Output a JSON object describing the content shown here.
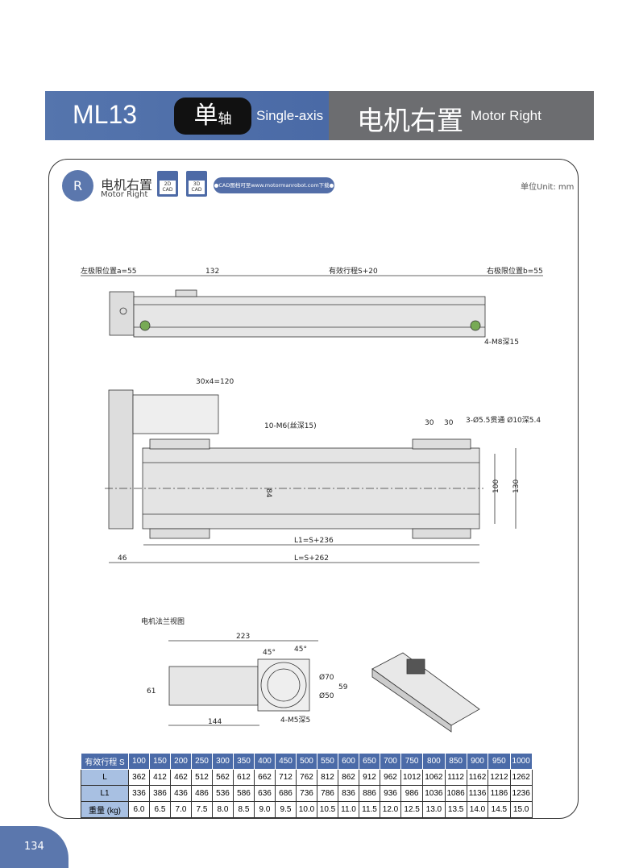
{
  "header": {
    "model": "ML13",
    "axis_cn": "单",
    "axis_cn_small": "轴",
    "axis_en": "Single-axis",
    "title_cn": "电机右置",
    "title_en": "Motor Right"
  },
  "section": {
    "badge": "R",
    "title_cn": "电机右置",
    "title_en": "Motor Right",
    "cad2d": "2D CAD",
    "cad3d": "3D CAD",
    "cad_link": "●CAD图档可至www.motormanrobot.com下载●",
    "unit": "单位Unit: mm"
  },
  "drawing": {
    "left_limit": "左极限位置a=55",
    "d132": "132",
    "stroke": "有效行程S+20",
    "right_limit": "右极限位置b=55",
    "m8": "4-M8深15",
    "d120": "30x4=120",
    "m6": "10-M6(丝深15)",
    "d30a": "30",
    "d30b": "30",
    "hole": "3-Ø5.5贯通 Ø10深5.4",
    "d84": "84",
    "d100": "100",
    "d130": "130",
    "l1": "L1=S+236",
    "l": "L=S+262",
    "d46": "46",
    "flange_title": "电机法兰视图",
    "d223": "223",
    "a45a": "45°",
    "a45b": "45°",
    "d70": "Ø70",
    "d50": "Ø50",
    "d59": "59",
    "d61": "61",
    "d144": "144",
    "m5": "4-M5深5"
  },
  "table": {
    "headers": [
      "有效行程 S",
      "100",
      "150",
      "200",
      "250",
      "300",
      "350",
      "400",
      "450",
      "500",
      "550",
      "600",
      "650",
      "700",
      "750",
      "800",
      "850",
      "900",
      "950",
      "1000"
    ],
    "rows": [
      [
        "L",
        "362",
        "412",
        "462",
        "512",
        "562",
        "612",
        "662",
        "712",
        "762",
        "812",
        "862",
        "912",
        "962",
        "1012",
        "1062",
        "1112",
        "1162",
        "1212",
        "1262"
      ],
      [
        "L1",
        "336",
        "386",
        "436",
        "486",
        "536",
        "586",
        "636",
        "686",
        "736",
        "786",
        "836",
        "886",
        "936",
        "986",
        "1036",
        "1086",
        "1136",
        "1186",
        "1236"
      ],
      [
        "重量 (kg)",
        "6.0",
        "6.5",
        "7.0",
        "7.5",
        "8.0",
        "8.5",
        "9.0",
        "9.5",
        "10.0",
        "10.5",
        "11.0",
        "11.5",
        "12.0",
        "12.5",
        "13.0",
        "13.5",
        "14.0",
        "14.5",
        "15.0"
      ]
    ]
  },
  "page_number": "134"
}
